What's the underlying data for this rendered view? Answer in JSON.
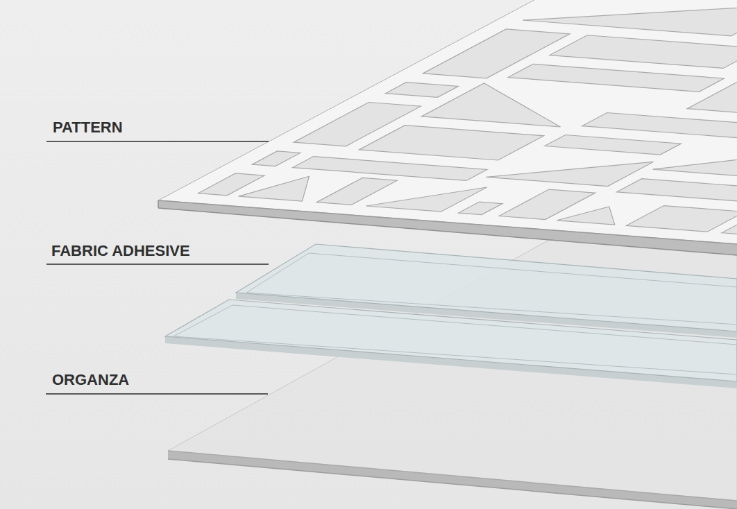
{
  "diagram": {
    "labels": [
      "PATTERN",
      "FABRIC ADHESIVE",
      "ORGANZA"
    ]
  }
}
